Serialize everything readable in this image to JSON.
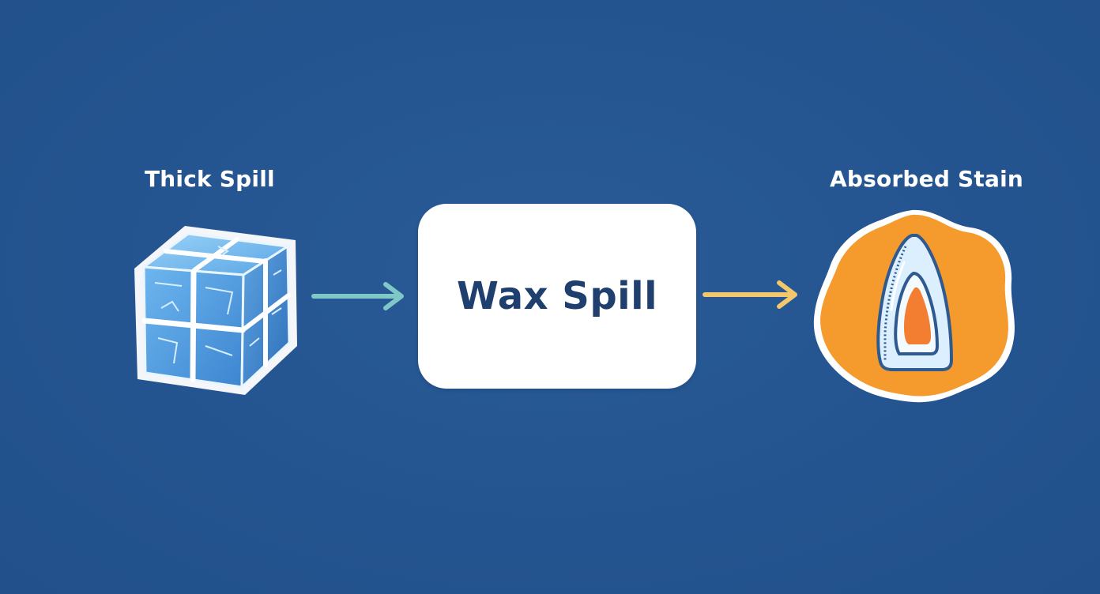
{
  "diagram": {
    "left_label": "Thick Spill",
    "center_label": "Wax Spill",
    "right_label": "Absorbed Stain"
  },
  "icons": {
    "left": "ice-cube-icon",
    "right": "iron-on-stain-icon"
  },
  "colors": {
    "background": "#24548f",
    "center_box": "#ffffff",
    "center_text": "#1f3f6e",
    "arrow_left": "#7ec8c8",
    "arrow_right": "#f3c76b",
    "ice": "#5aa6e6",
    "stain": "#f59a2c",
    "stain_inner": "#f37d31"
  }
}
